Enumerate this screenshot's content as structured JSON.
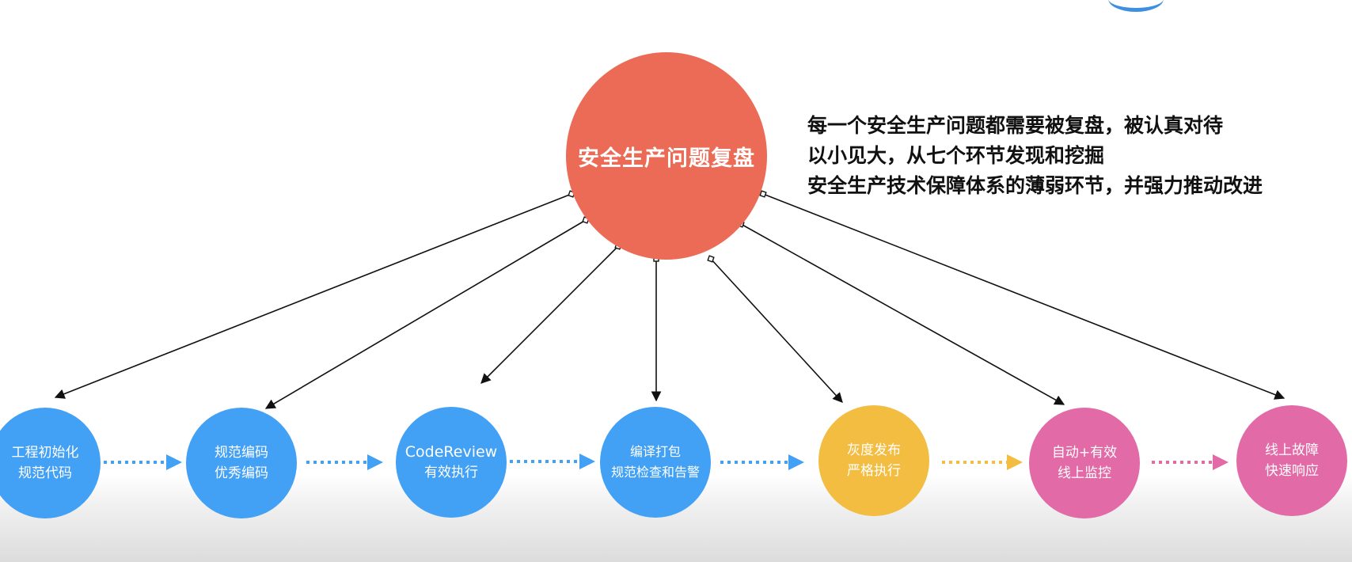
{
  "hub": {
    "label": "安全生产问题复盘",
    "color": "#ec6b56"
  },
  "note": {
    "lines": [
      "每一个安全生产问题都需要被复盘，被认真对待",
      "以小见大，从七个环节发现和挖掘",
      "安全生产技术保障体系的薄弱环节，并强力推动改进"
    ]
  },
  "stages": [
    {
      "line1": "工程初始化",
      "line2": "规范代码",
      "color": "#42a0f5"
    },
    {
      "line1": "规范编码",
      "line2": "优秀编码",
      "color": "#42a0f5"
    },
    {
      "line1": "CodeReview",
      "line2": "有效执行",
      "color": "#42a0f5"
    },
    {
      "line1": "编译打包",
      "line2": "规范检查和告警",
      "color": "#42a0f5"
    },
    {
      "line1": "灰度发布",
      "line2": "严格执行",
      "color": "#f2bd40"
    },
    {
      "line1": "自动+有效",
      "line2": "线上监控",
      "color": "#e26aa7"
    },
    {
      "line1": "线上故障",
      "line2": "快速响应",
      "color": "#e26aa7"
    }
  ],
  "colors": {
    "arrow": "#111111",
    "flow_blue": "#42a0f5",
    "flow_yellow": "#f2bd40",
    "flow_pink": "#e26aa7"
  }
}
